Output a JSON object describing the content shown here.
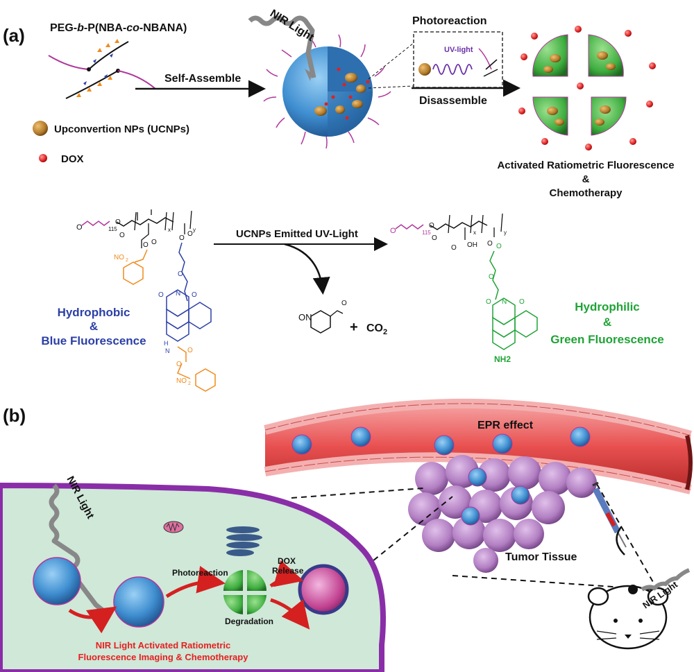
{
  "panel_a": {
    "label": "(a)",
    "polymer_name_parts": [
      "PEG-",
      "b",
      "-P(NBA-",
      "co",
      "-NBANA)"
    ],
    "legend_ucnp": "Upconvertion NPs (UCNPs)",
    "legend_dox": "DOX",
    "self_assemble": "Self-Assemble",
    "nir_light": "NIR Light",
    "photoreaction_title": "Photoreaction",
    "uv_light": "UV-light",
    "disassemble": "Disassemble",
    "outcome_line1": "Activated Ratiometric Fluorescence",
    "outcome_amp": "&",
    "outcome_line2": "Chemotherapy",
    "reaction_condition": "UCNPs Emitted UV-Light",
    "byproduct_on": "ON",
    "plus": "+",
    "co2": "CO",
    "co2_sub": "2",
    "left_props_1": "Hydrophobic",
    "left_props_amp": "&",
    "left_props_2": "Blue Fluorescence",
    "right_props_1": "Hydrophilic",
    "right_props_amp": "&",
    "right_props_2": "Green Fluorescence",
    "nh2": "NH2",
    "no2": "NO",
    "no2_sub": "2",
    "sub_115": "115",
    "sub_x": "x",
    "sub_y": "y",
    "o_label": "O",
    "oh_label": "OH",
    "n_label": "N",
    "h_label": "H"
  },
  "panel_b": {
    "label": "(b)",
    "epr": "EPR effect",
    "tumor": "Tumor Tissue",
    "nir_light_cell": "NIR Light",
    "nir_light_mouse": "NIR Light",
    "photoreaction": "Photoreaction",
    "degradation": "Degradation",
    "dox_release_1": "DOX",
    "dox_release_2": "Release",
    "caption_1": "NIR Light Activated Ratiometric",
    "caption_2": "Fluorescence Imaging & Chemotherapy"
  },
  "colors": {
    "micelle_blue": "#3f8ed0",
    "micelle_green": "#46b84a",
    "ucnp_brown": "#b07a2a",
    "dox_red": "#e02020",
    "peg_magenta": "#b0369c",
    "blue_text": "#2b3fa6",
    "green_text": "#1fa336",
    "orange_group": "#f08a1c",
    "red_caption": "#e62020",
    "vessel_red": "#e85050",
    "cell_fill": "#cfe8d8",
    "cell_membrane": "#8a2ea8",
    "tumor_purple": "#b27fc2"
  }
}
